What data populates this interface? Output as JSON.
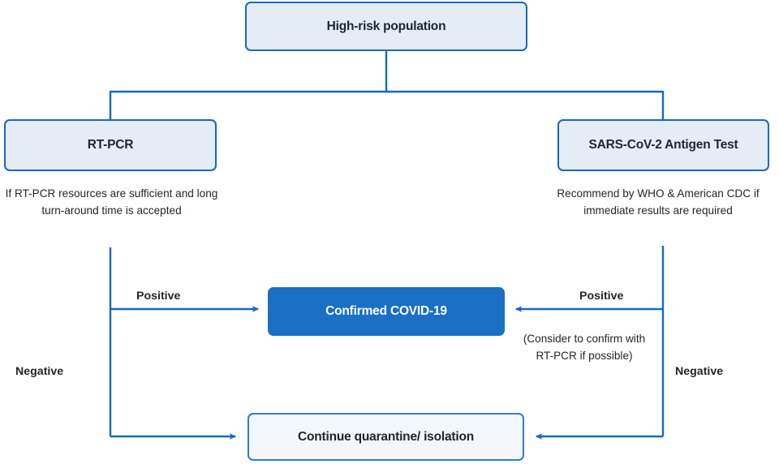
{
  "diagram": {
    "title": "COVID-19 testing triage flowchart",
    "colors": {
      "line": "#1769c0",
      "box_fill": "#e4ecf6",
      "box_border": "#1769c0",
      "accent_fill": "#1b6fc4",
      "light_fill": "#f3f7fb",
      "text": "#22262b",
      "text_on_accent": "#ffffff"
    },
    "nodes": {
      "top": {
        "label": "High-risk population"
      },
      "rtpcr": {
        "label": "RT-PCR"
      },
      "antigen": {
        "label": "SARS-CoV-2 Antigen Test"
      },
      "confirmed": {
        "label": "Confirmed COVID-19"
      },
      "quarantine": {
        "label": "Continue quarantine/ isolation"
      }
    },
    "captions": {
      "rtpcr": "If RT-PCR resources are sufficient and long turn-around time is accepted",
      "antigen": "Recommend by WHO & American CDC if immediate results are required",
      "confirm_note": "(Consider to confirm with RT-PCR if possible)"
    },
    "edge_labels": {
      "positive_left": "Positive",
      "positive_right": "Positive",
      "negative_left": "Negative",
      "negative_right": "Negative"
    }
  }
}
